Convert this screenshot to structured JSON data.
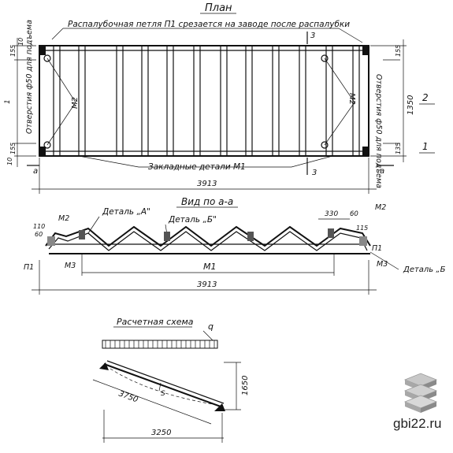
{
  "plan": {
    "title": "План",
    "loop_note": "Распалубочная петля П1 срезается на заводе после распалубки",
    "embedded_note": "Закладные детали М1",
    "opening_note_left": "Отверстия ф50 для подъема",
    "opening_note_right": "Отверстия ф50 для подъема",
    "length": "3913",
    "width": "1350",
    "dim_155": "155",
    "dim_10": "10",
    "dim_135": "135",
    "section_label": "3",
    "view_label": "а",
    "mark_1": "1",
    "mark_2": "2",
    "mark_m2": "М2"
  },
  "view": {
    "title": "Вид по а-а",
    "detail_a": "Деталь „А\"",
    "detail_b": "Деталь „Б\"",
    "detail_b_right": "Деталь „Б",
    "m1": "М1",
    "m2": "М2",
    "m3": "М3",
    "p1": "П1",
    "dim_330": "330",
    "dim_60": "60",
    "dim_115": "115",
    "dim_110": "110",
    "length": "3913"
  },
  "scheme": {
    "title": "Расчетная схема",
    "load": "q",
    "slope_length": "3750",
    "horizontal": "3250",
    "height": "1650",
    "s": "S"
  },
  "site": "gbi22.ru"
}
